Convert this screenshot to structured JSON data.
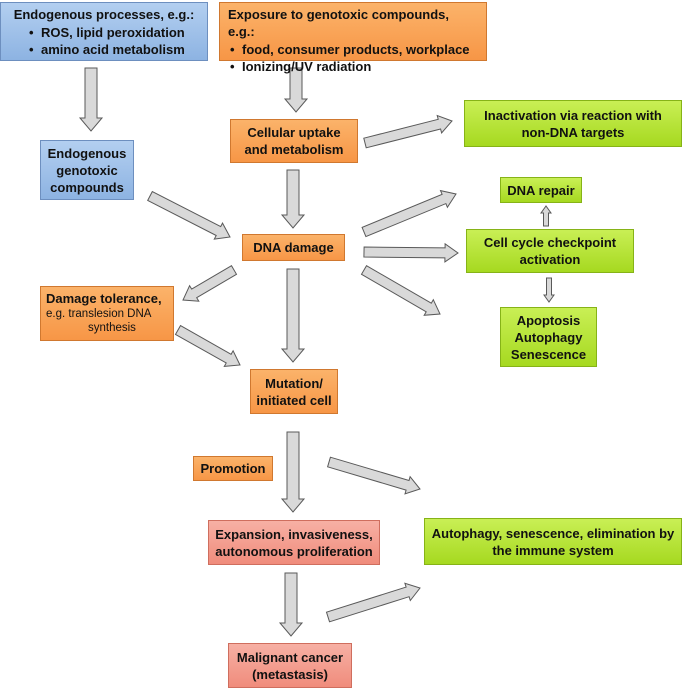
{
  "boxes": {
    "endogenous_processes": {
      "title": "Endogenous processes, e.g.:",
      "items": [
        "ROS, lipid peroxidation",
        "amino acid metabolism"
      ]
    },
    "exposure": {
      "title": "Exposure to  genotoxic compounds, e.g.:",
      "items": [
        "food, consumer products, workplace",
        "Ionizing/UV radiation"
      ]
    },
    "endogenous_compounds": {
      "lines": [
        "Endogenous",
        "genotoxic",
        "compounds"
      ]
    },
    "cellular_uptake": {
      "lines": [
        "Cellular uptake",
        "and metabolism"
      ]
    },
    "inactivation": {
      "lines": [
        "Inactivation via reaction with",
        "non-DNA targets"
      ]
    },
    "dna_repair": {
      "text": "DNA repair"
    },
    "dna_damage": {
      "text": "DNA damage"
    },
    "checkpoint": {
      "lines": [
        "Cell cycle checkpoint",
        "activation"
      ]
    },
    "damage_tolerance": {
      "title": "Damage tolerance,",
      "sub_lines": [
        "e.g. translesion DNA",
        "synthesis"
      ]
    },
    "apoptosis": {
      "lines": [
        "Apoptosis",
        "Autophagy",
        "Senescence"
      ]
    },
    "mutation": {
      "lines": [
        "Mutation/",
        "initiated cell"
      ]
    },
    "promotion": {
      "text": "Promotion"
    },
    "autophagy_immune": {
      "lines": [
        "Autophagy, senescence, elimination by",
        "the  immune system"
      ]
    },
    "expansion": {
      "lines": [
        "Expansion, invasiveness,",
        "autonomous proliferation"
      ]
    },
    "malignant": {
      "lines": [
        "Malignant cancer",
        "(metastasis)"
      ]
    }
  },
  "colors": {
    "blue": "#8db3e2",
    "orange": "#f79646",
    "green": "#a6d920",
    "red": "#f08c7c",
    "arrow_fill": "#d9d9d9",
    "arrow_stroke": "#595959"
  }
}
